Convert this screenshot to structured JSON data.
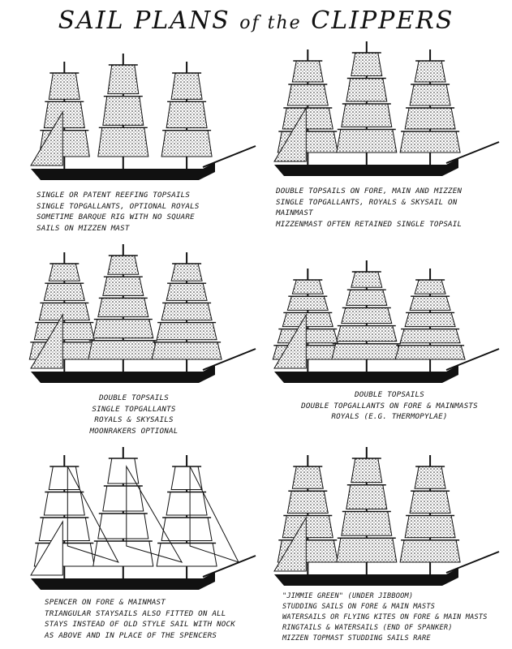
{
  "title": {
    "part1": "SAIL PLANS",
    "part2": "of the",
    "part3": "CLIPPERS"
  },
  "panels": [
    {
      "lines": [
        "SINGLE OR PATENT REEFING TOPSAILS",
        "SINGLE TOPGALLANTS, OPTIONAL ROYALS",
        "SOMETIME BARQUE RIG WITH NO SQUARE",
        "SAILS ON MIZZEN MAST"
      ]
    },
    {
      "lines": [
        "DOUBLE TOPSAILS ON FORE, MAIN AND MIZZEN",
        "SINGLE TOPGALLANTS, ROYALS & SKYSAIL ON",
        "MAINMAST",
        "MIZZENMAST OFTEN RETAINED SINGLE TOPSAIL"
      ]
    },
    {
      "lines": [
        "DOUBLE TOPSAILS",
        "SINGLE TOPGALLANTS",
        "ROYALS & SKYSAILS",
        "MOONRAKERS OPTIONAL"
      ]
    },
    {
      "lines": [
        "DOUBLE TOPSAILS",
        "DOUBLE TOPGALLANTS ON FORE & MAINMASTS",
        "ROYALS (E.G. Thermopylae)"
      ]
    },
    {
      "lines": [
        "SPENCER ON FORE & MAINMAST",
        "TRIANGULAR STAYSAILS ALSO FITTED ON ALL",
        "STAYS INSTEAD OF OLD STYLE SAIL WITH NOCK",
        "AS ABOVE AND IN PLACE OF THE SPENCERS"
      ]
    },
    {
      "lines": [
        "\"JIMMIE GREEN\" (UNDER JIBBOOM)",
        "STUDDING SAILS ON FORE & MAIN MASTS",
        "WATERSAILS OR FLYING KITES ON FORE & MAIN MASTS",
        "RINGTAILS & WATERSAILS (END OF SPANKER)",
        "MIZZEN TOPMAST STUDDING SAILS RARE"
      ]
    }
  ]
}
